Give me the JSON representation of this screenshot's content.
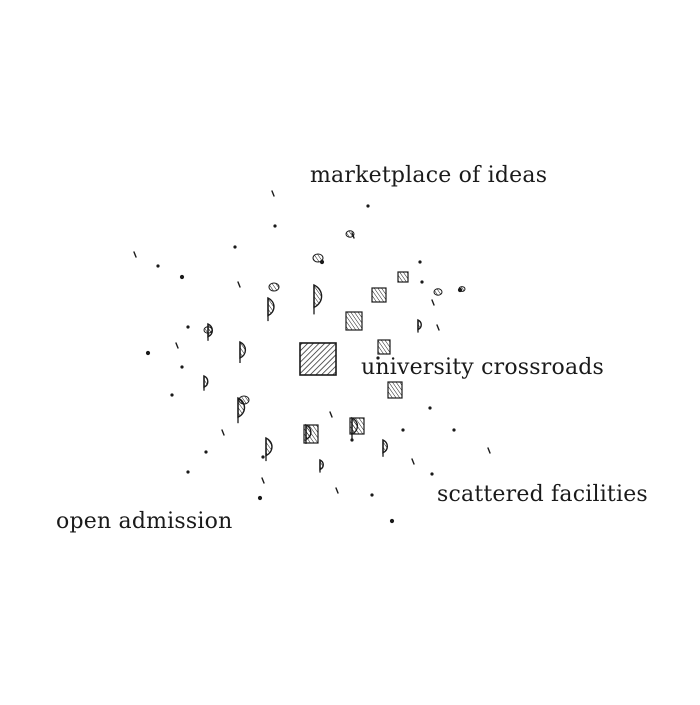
{
  "labels": {
    "marketplace": "marketplace of ideas",
    "crossroads": "university crossroads",
    "scattered": "scattered facilities",
    "open_admission": "open admission"
  },
  "colors": {
    "ink": "#1a1a1a",
    "background": "#ffffff"
  }
}
